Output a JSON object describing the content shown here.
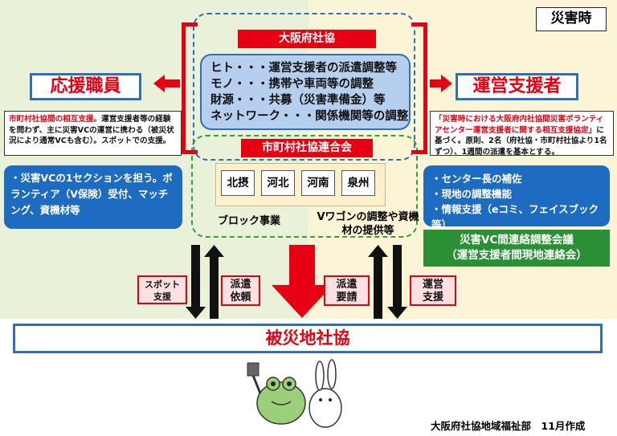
{
  "header": {
    "disaster_label": "災害時"
  },
  "center": {
    "osaka_title": "大阪府社協",
    "roles": [
      "ヒト・・・運営支援者の派遣調整等",
      "モノ・・・携帯や車両等の調整",
      "財源・・・共募（災害準備金）等",
      "ネットワーク・・・関係機関等の調整"
    ],
    "shichoson_title": "市町村社協連合会",
    "blocks": [
      "北摂",
      "河北",
      "河南",
      "泉州"
    ],
    "block_label": "ブロック事業",
    "wagon_label": "Vワゴンの調整や資機材の提供等"
  },
  "left": {
    "title": "応援職員",
    "note_red": "市町村社協間の相互支援。",
    "note_black": "運営支援者等の経験を問わず、主に災害VCの運営に携わる（被災状況により通常VCも含む）。スポットでの支援。",
    "list_text": "・災害VCの1セクションを担う。ボランティア（V保険）受付、マッチング、資機材等"
  },
  "right": {
    "title": "運営支援者",
    "note_red": "「災害時における大阪府内社協間災害ボランティアセンター運営支援者に関する相互支援協定」",
    "note_black": "に基づく。原則、2名（府社協・市町村社協より1名ずつ）、1週間の派遣を基本とする。",
    "list_items": [
      "・センター長の補佐",
      "・現地の調整機能",
      "・情報支援（eコミ、フェイスブック等）"
    ],
    "green_line1": "災害VC間連絡調整会議",
    "green_line2": "（運営支援者間現地連絡会）"
  },
  "flows": {
    "spot_line1": "スポット",
    "spot_line2": "支援",
    "haken_line1": "派遣",
    "haken_line2": "依頼",
    "yousei_line1": "派遣",
    "yousei_line2": "要請",
    "unei_line1": "運営",
    "unei_line2": "支援"
  },
  "bottom": {
    "title": "被災地社協"
  },
  "footer": {
    "credit": "大阪府社協地域福祉部　11月作成"
  },
  "colors": {
    "red": "#e60012",
    "blue": "#2e6fb8",
    "green": "#2a8f35",
    "light_blue": "#b6cfef"
  }
}
